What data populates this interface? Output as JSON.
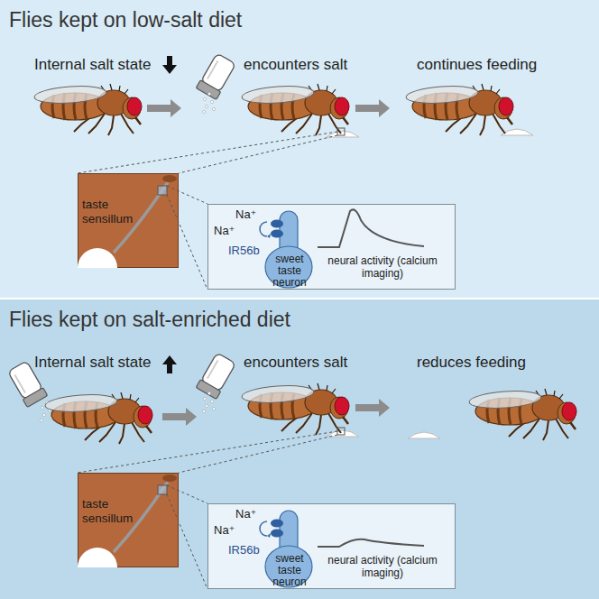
{
  "diagram": {
    "nodes": [
      {
        "text": [
          "Flies kept on low-salt diet"
        ]
      },
      {
        "text": [
          "taste sensillum"
        ],
        "in": 0
      },
      {
        "text": [
          "Na⁺",
          "Na⁺",
          "IR56b",
          "sweet taste neuron",
          "neural activity (calcium imaging)"
        ],
        "in": 0
      },
      {
        "text": [
          "Flies kept on salt-enriched diet"
        ]
      },
      {
        "text": [
          "taste sensillum"
        ],
        "in": 3
      },
      {
        "text": [
          "Na⁺",
          "Na⁺",
          "IR56b",
          "sweet taste neuron",
          "neural activity (calcium imaging)"
        ],
        "in": 3
      }
    ],
    "labels": [
      "Internal salt state",
      "encounters salt",
      "continues feeding",
      "Internal salt state",
      "encounters salt",
      "reduces feeding"
    ]
  }
}
